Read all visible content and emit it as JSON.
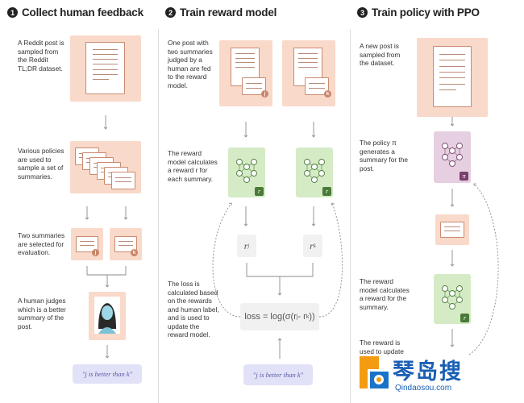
{
  "steps": [
    {
      "number": "1",
      "title": "Collect human feedback"
    },
    {
      "number": "2",
      "title": "Train reward model"
    },
    {
      "number": "3",
      "title": "Train policy with PPO"
    }
  ],
  "col1": {
    "desc1": "A Reddit post is sampled from the Reddit TL;DR dataset.",
    "desc2": "Various policies are used to sample a set of summaries.",
    "desc3": "Two summaries are selected for evaluation.",
    "desc4": "A human judges which is a better summary of the post.",
    "badge_j": "j",
    "badge_k": "k",
    "judgement": "\"j is better than k\""
  },
  "col2": {
    "desc1": "One post with two summaries judged by a human are fed to the reward model.",
    "desc2": "The reward model calculates a reward r for each summary.",
    "desc3": "The loss is calculated based on the rewards and human label, and is used to update the reward model.",
    "badge_j": "j",
    "badge_k": "k",
    "r_badge": "r",
    "rj": "r",
    "rj_sub": "j",
    "rk": "r",
    "rk_sub": "k",
    "loss": "loss = log(σ(r",
    "loss_sub_j": "j",
    "loss_mid": " - r",
    "loss_sub_k": "k",
    "loss_end": "))",
    "judgement": "\"j is better than k\""
  },
  "col3": {
    "desc1": "A new post is sampled from the dataset.",
    "desc2": "The policy π generates a summary for the post.",
    "desc3": "The reward model calculates a reward for the summary.",
    "desc4": "The reward is used to update",
    "pi_badge": "π",
    "r_badge": "r"
  },
  "watermark": {
    "text": "琴岛搜",
    "url": "Qindaosou.com"
  }
}
